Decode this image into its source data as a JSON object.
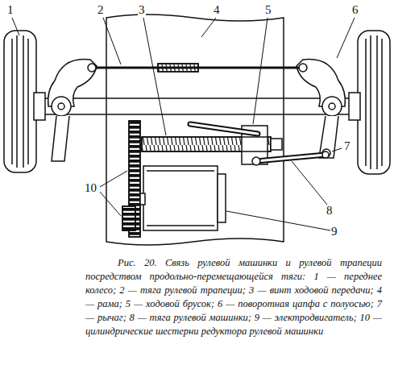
{
  "diagram": {
    "caption": "Рис. 20. Связь рулевой машинки и рулевой трапеции посредством продольно-перемещающейся тяги: 1 — переднее колесо; 2 — тяга рулевой трапеции; 3 — винт ходовой передачи; 4 — рама; 5 — ходовой брусок; 6 — поворотная цапфа с полуосью; 7 — рычаг; 8 — тяга рулевой машинки; 9 — электродвигатель; 10 — цилиндрические шестерни редуктора рулевой машинки",
    "labels": [
      "1",
      "2",
      "3",
      "4",
      "5",
      "6",
      "7",
      "8",
      "9",
      "10"
    ]
  }
}
